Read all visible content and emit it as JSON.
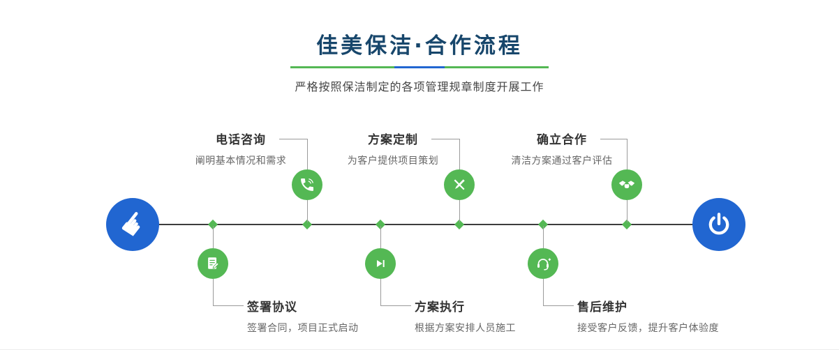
{
  "header": {
    "title": "佳美保洁·合作流程",
    "subtitle": "严格按照保洁制定的各项管理规章制度开展工作"
  },
  "colors": {
    "green": "#54b854",
    "blue": "#2166d1",
    "title_navy": "#17466b"
  },
  "icons": {
    "pointer_hand_glyph": "☛"
  },
  "steps_top": [
    {
      "title": "电话咨询",
      "desc": "阐明基本情况和需求",
      "icon": "phone-icon"
    },
    {
      "title": "方案定制",
      "desc": "为客户提供项目策划",
      "icon": "design-icon"
    },
    {
      "title": "确立合作",
      "desc": "清洁方案通过客户评估",
      "icon": "handshake-icon"
    }
  ],
  "steps_bottom": [
    {
      "title": "签署协议",
      "desc": "签署合同，项目正式启动",
      "icon": "contract-icon"
    },
    {
      "title": "方案执行",
      "desc": "根据方案安排人员施工",
      "icon": "execute-icon"
    },
    {
      "title": "售后维护",
      "desc": "接受客户反馈，提升客户体验度",
      "icon": "service-icon"
    }
  ],
  "endpoints": {
    "start_icon": "pointer-hand-icon",
    "end_icon": "power-icon"
  }
}
